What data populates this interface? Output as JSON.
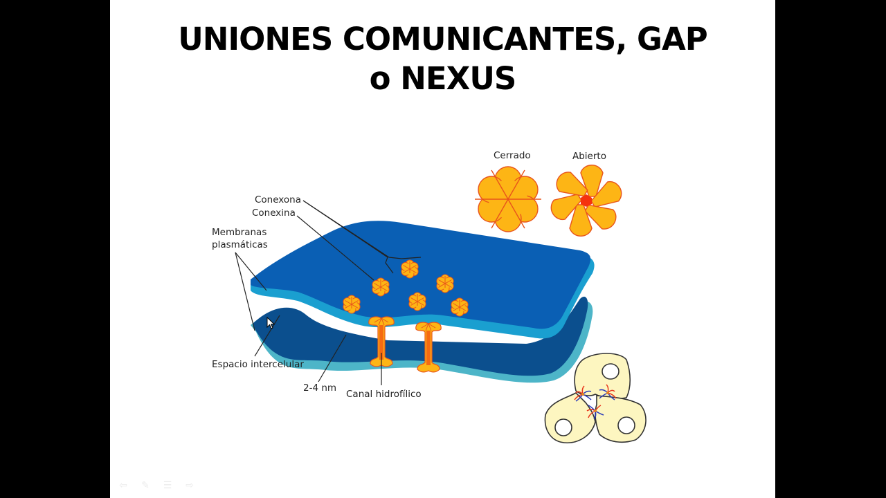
{
  "slide": {
    "title_line1": "UNIONES COMUNICANTES, GAP",
    "title_line2": "o NEXUS",
    "background": "#ffffff",
    "letterbox_color": "#000000"
  },
  "diagram": {
    "labels": {
      "conexona": "Conexona",
      "conexina": "Conexina",
      "membranas_line1": "Membranas",
      "membranas_line2": "plasmáticas",
      "espacio": "Espacio intercelular",
      "distance": "2-4 nm",
      "canal": "Canal hidrofílico",
      "cerrado": "Cerrado",
      "abierto": "Abierto"
    },
    "colors": {
      "membrane_top": "#0a5fb4",
      "membrane_top_edge": "#1a9fd0",
      "membrane_bottom": "#0b4f8e",
      "membrane_bottom_edge": "#4db5c8",
      "connexon_fill": "#fdb515",
      "connexon_stroke": "#e8541c",
      "channel_core": "#f56a12",
      "cell_fill": "#fdf6c0",
      "cell_stroke": "#333333"
    },
    "connexon_count": 7,
    "channel_count": 2,
    "states": [
      "Cerrado",
      "Abierto"
    ]
  },
  "navigation": {
    "prev_icon": "arrow-left-icon",
    "pen_icon": "pen-icon",
    "menu_icon": "menu-icon",
    "next_icon": "arrow-right-icon"
  }
}
